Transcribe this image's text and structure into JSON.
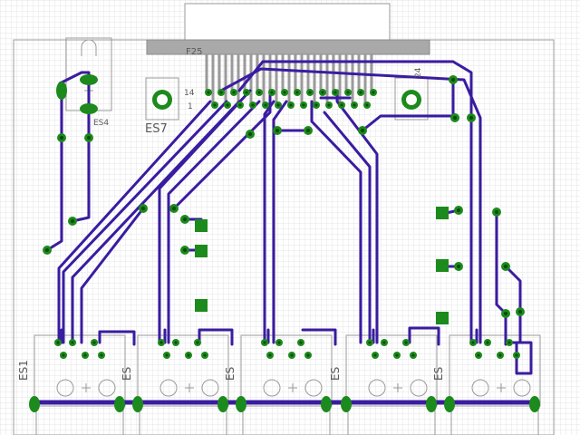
{
  "diagram": {
    "connector": {
      "name": "F25",
      "pin_left_top": "14",
      "pin_left_bottom": "1",
      "pin_right": "24"
    },
    "mount_label": "ES7",
    "led_label": "ES4",
    "module_labels": [
      "ES1",
      "ES",
      "ES",
      "ES",
      "ES"
    ],
    "plus_symbol": "+",
    "colors": {
      "trace": "#3a1ca0",
      "pad": "#1c8a1c",
      "pad_dark": "#0b4a0b",
      "grid": "#e4e4e4",
      "connector_body": "#a9a9a9",
      "outline": "#9a9a9a"
    }
  }
}
